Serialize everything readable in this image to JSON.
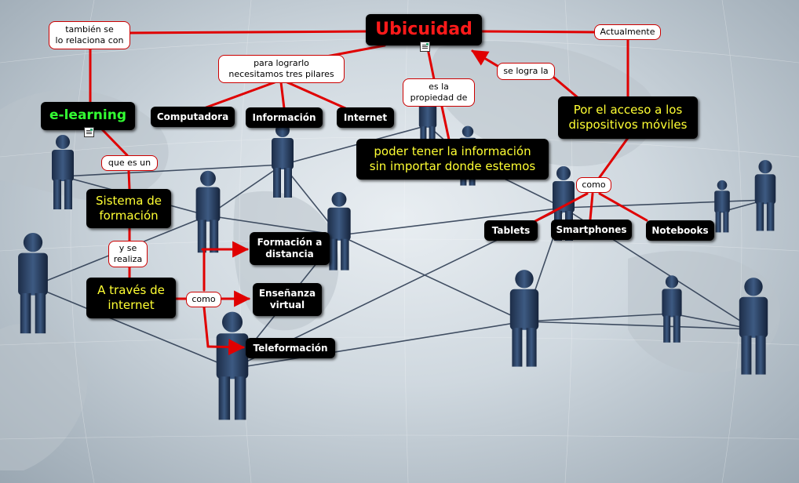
{
  "title": "Ubicuidad",
  "concepts": {
    "elearning": "e-learning",
    "computadora": "Computadora",
    "informacion": "Información",
    "internet": "Internet",
    "poder_tener": "poder tener la información\nsin importar donde estemos",
    "acceso": "Por el acceso a los\ndispositivos móviles",
    "sistema": "Sistema de\nformación",
    "a_traves": "A través de\ninternet",
    "formacion_distancia": "Formación a\ndistancia",
    "ensenanza_virtual": "Enseñanza\nvirtual",
    "teleformacion": "Teleformación",
    "tablets": "Tablets",
    "smartphones": "Smartphones",
    "notebooks": "Notebooks"
  },
  "linking_phrases": {
    "tambien": "también se\nlo relaciona con",
    "actualmente": "Actualmente",
    "para_lograrlo": "para lograrlo\nnecesitamos tres pilares",
    "es_la": "es la\npropiedad de",
    "se_logra": "se logra la",
    "que_es": "que es un",
    "y_se": "y se\nrealiza",
    "como_internet": "como",
    "como_dispositivos": "como"
  },
  "icons": [
    "note-icon",
    "note-icon"
  ],
  "colors": {
    "line": "#e00000",
    "title_text": "#ff1a1a",
    "elearning_text": "#33ff33",
    "highlight_text": "#ffff33"
  }
}
